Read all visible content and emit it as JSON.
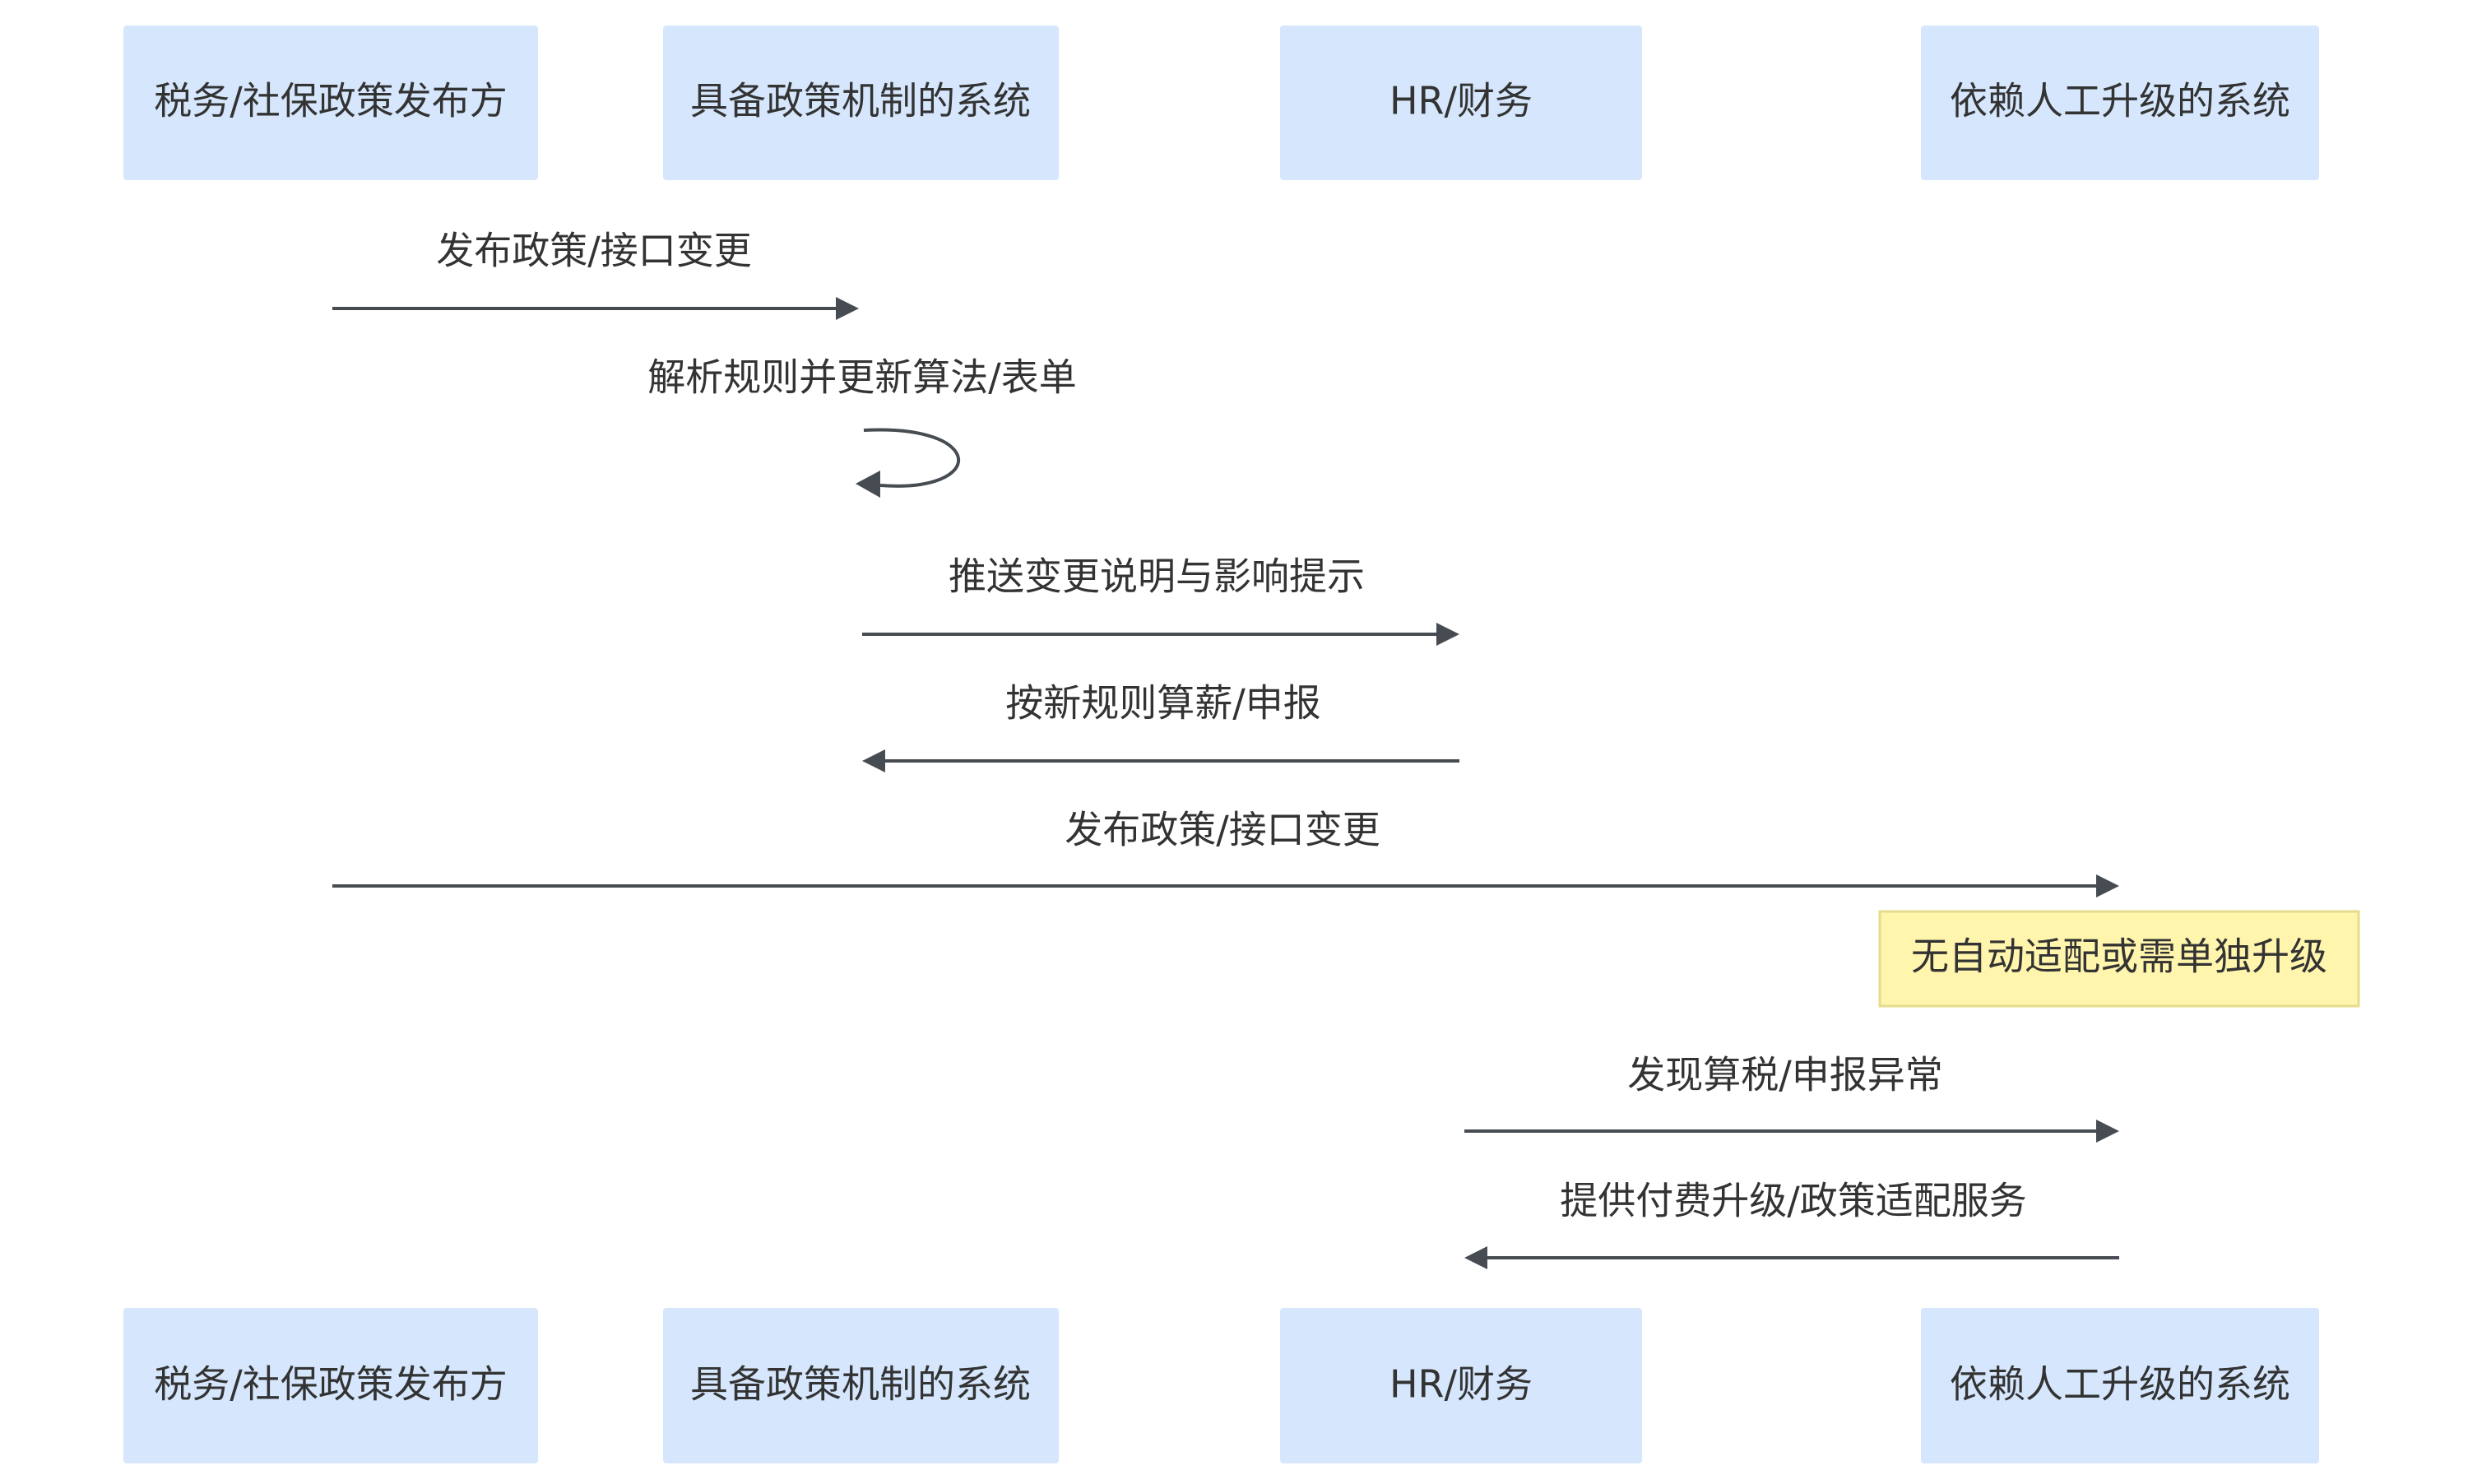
{
  "actors": [
    {
      "label": "税务/社保政策发布方"
    },
    {
      "label": "具备政策机制的系统"
    },
    {
      "label": "HR/财务"
    },
    {
      "label": "依赖人工升级的系统"
    }
  ],
  "messages": [
    {
      "label": "发布政策/接口变更",
      "from": 0,
      "to": 1
    },
    {
      "label": "解析规则并更新算法/表单",
      "from": 1,
      "to": 1
    },
    {
      "label": "推送变更说明与影响提示",
      "from": 1,
      "to": 2
    },
    {
      "label": "按新规则算薪/申报",
      "from": 2,
      "to": 1
    },
    {
      "label": "发布政策/接口变更",
      "from": 0,
      "to": 3
    },
    {
      "label": "发现算税/申报异常",
      "from": 2,
      "to": 3
    },
    {
      "label": "提供付费升级/政策适配服务",
      "from": 3,
      "to": 2
    }
  ],
  "note": {
    "label": "无自动适配或需单独升级"
  },
  "colors": {
    "actor_fill": "#d6e7fd",
    "note_fill": "#fff5ad",
    "line": "#474c53"
  }
}
